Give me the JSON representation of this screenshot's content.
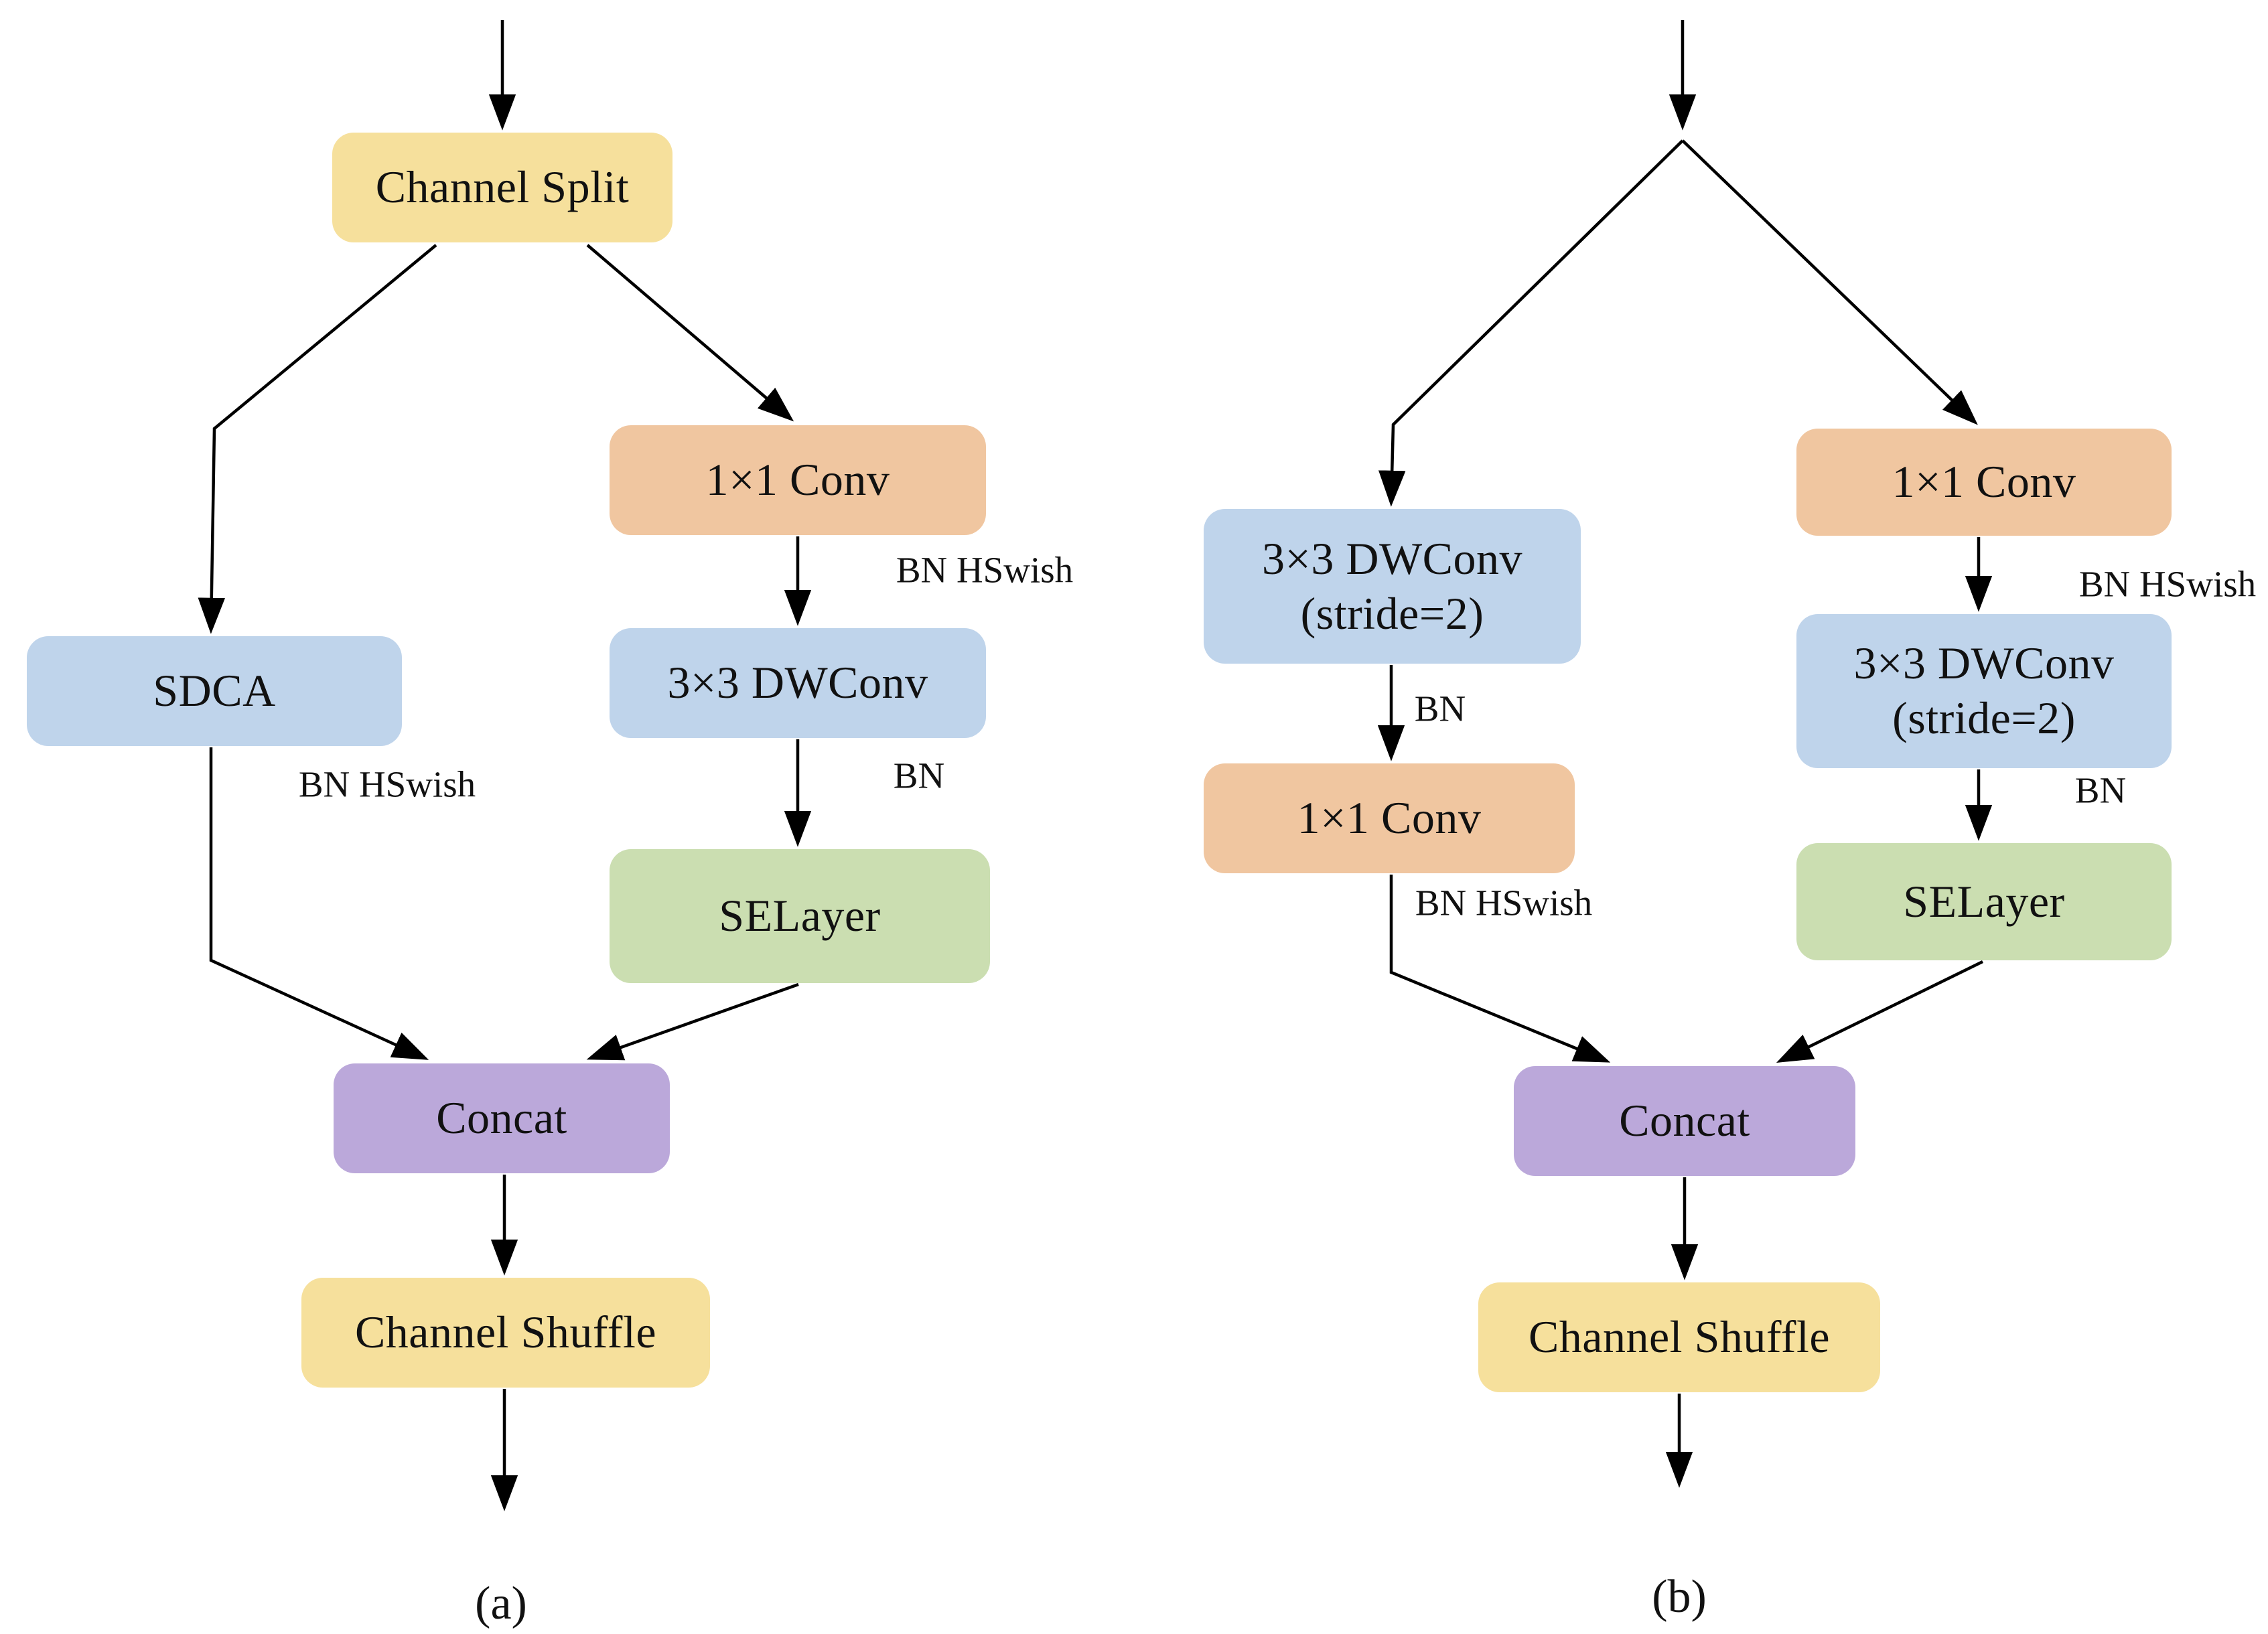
{
  "colors": {
    "background": "#ffffff",
    "arrow": "#000000",
    "split_shuffle_box": "#F6E09C",
    "conv_box": "#F0C6A0",
    "dwconv_box": "#BFD4EB",
    "selayer_box": "#CBDEB1",
    "concat_box": "#BBA8DA",
    "text": "#111111"
  },
  "panel_a": {
    "caption": "(a)",
    "nodes": {
      "channel_split": "Channel Split",
      "sdca": "SDCA",
      "conv1x1": "1×1 Conv",
      "dwconv": "3×3 DWConv",
      "selayer": "SELayer",
      "concat": "Concat",
      "channel_shuffle": "Channel Shuffle"
    },
    "annotations": {
      "bn_hswish_sdca": "BN HSwish",
      "bn_hswish_conv": "BN HSwish",
      "bn_dwconv": "BN"
    }
  },
  "panel_b": {
    "caption": "(b)",
    "nodes": {
      "dwconv_stride_left": {
        "line1": "3×3 DWConv",
        "line2": "(stride=2)"
      },
      "conv1x1_left": "1×1 Conv",
      "conv1x1_right": "1×1 Conv",
      "dwconv_stride_right": {
        "line1": "3×3 DWConv",
        "line2": "(stride=2)"
      },
      "selayer": "SELayer",
      "concat": "Concat",
      "channel_shuffle": "Channel Shuffle"
    },
    "annotations": {
      "bn_dwconv_left": "BN",
      "bn_hswish_conv_left": "BN HSwish",
      "bn_hswish_conv_right": "BN HSwish",
      "bn_dwconv_right": "BN"
    }
  }
}
